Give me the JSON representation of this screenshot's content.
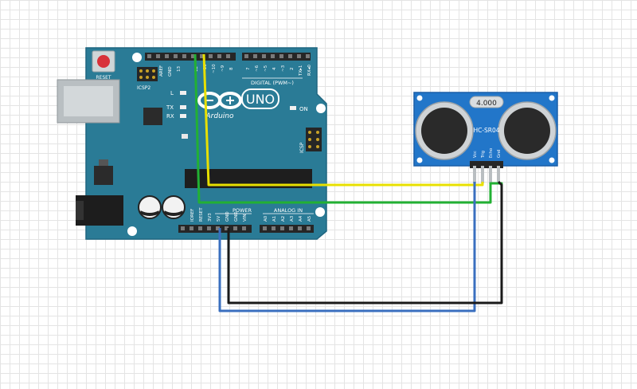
{
  "arduino": {
    "reset_label": "RESET",
    "icsp2_label": "ICSP2",
    "icsp_label": "ICSP",
    "l_label": "L",
    "tx_label": "TX",
    "rx_label": "RX",
    "on_label": "ON",
    "brand_label": "UNO",
    "logo_text": "Arduino",
    "digital_label": "DIGITAL (PWM~)",
    "analog_label": "ANALOG IN",
    "power_label": "POWER",
    "aref_label": "AREF",
    "gnd_label": "GND",
    "pin13_label": "13",
    "pin12_label": "12",
    "pin11_label": "~11",
    "pin10_label": "~10",
    "pin9_label": "~9",
    "pin8_label": "8",
    "pin7_label": "7",
    "pin6_label": "~6",
    "pin5_label": "~5",
    "pin4_label": "4",
    "pin3_label": "~3",
    "pin2_label": "2",
    "tx1_label": "TX▸1",
    "rx0_label": "RX◂0",
    "ioref_label": "IOREF",
    "reset_pin_label": "RESET",
    "v33_label": "3V3",
    "v5_label": "5V",
    "gnd1_label": "GND",
    "gnd2_label": "GND",
    "vin_label": "VIN",
    "a0_label": "A0",
    "a1_label": "A1",
    "a2_label": "A2",
    "a3_label": "A3",
    "a4_label": "A4",
    "a5_label": "A5"
  },
  "sensor": {
    "crystal_label": "4.000",
    "model_label": "HC-SR04",
    "vcc_label": "Vcc",
    "trig_label": "Trig",
    "echo_label": "Echo",
    "gnd_label": "Gnd"
  },
  "colors": {
    "board": "#2a7b96",
    "wire_yellow": "#e8e000",
    "wire_green": "#22b033",
    "wire_blue": "#3a6fbf",
    "wire_black": "#1a1a1a",
    "sensor_board": "#2276c9"
  }
}
